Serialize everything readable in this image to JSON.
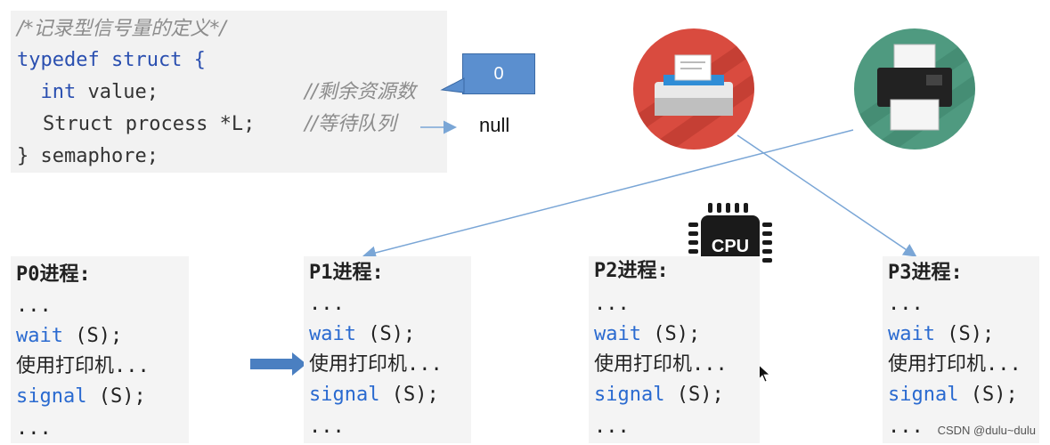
{
  "definition": {
    "comment": "/*记录型信号量的定义*/",
    "line1": "typedef struct {",
    "line2_type": "int",
    "line2_name": " value;",
    "line2_comment": "//剩余资源数",
    "line3_code": "Struct process *L;",
    "line3_comment": "//等待队列",
    "line4": "} semaphore;"
  },
  "value_box": "0",
  "queue_value": "null",
  "processes": [
    {
      "title": "P0进程:",
      "l1": "...",
      "wait_kw": "wait",
      "wait_arg": " (S);",
      "use": "使用打印机...",
      "sig_kw": "signal",
      "sig_arg": " (S);",
      "l6": "..."
    },
    {
      "title": "P1进程:",
      "l1": "...",
      "wait_kw": "wait",
      "wait_arg": " (S);",
      "use": "使用打印机...",
      "sig_kw": "signal",
      "sig_arg": " (S);",
      "l6": "..."
    },
    {
      "title": "P2进程:",
      "l1": "...",
      "wait_kw": "wait",
      "wait_arg": " (S);",
      "use": "使用打印机...",
      "sig_kw": "signal",
      "sig_arg": " (S);",
      "l6": "..."
    },
    {
      "title": "P3进程:",
      "l1": "...",
      "wait_kw": "wait",
      "wait_arg": " (S);",
      "use": "使用打印机...",
      "sig_kw": "signal",
      "sig_arg": " (S);",
      "l6": "..."
    }
  ],
  "cpu_label": "CPU",
  "watermark": "CSDN @dulu~dulu",
  "colors": {
    "printer1_bg": "#d94b3f",
    "printer2_bg": "#4f9a80",
    "keyword": "#2a6ad0",
    "value_box": "#5b8fcf",
    "arrow": "#7aa6d6"
  }
}
